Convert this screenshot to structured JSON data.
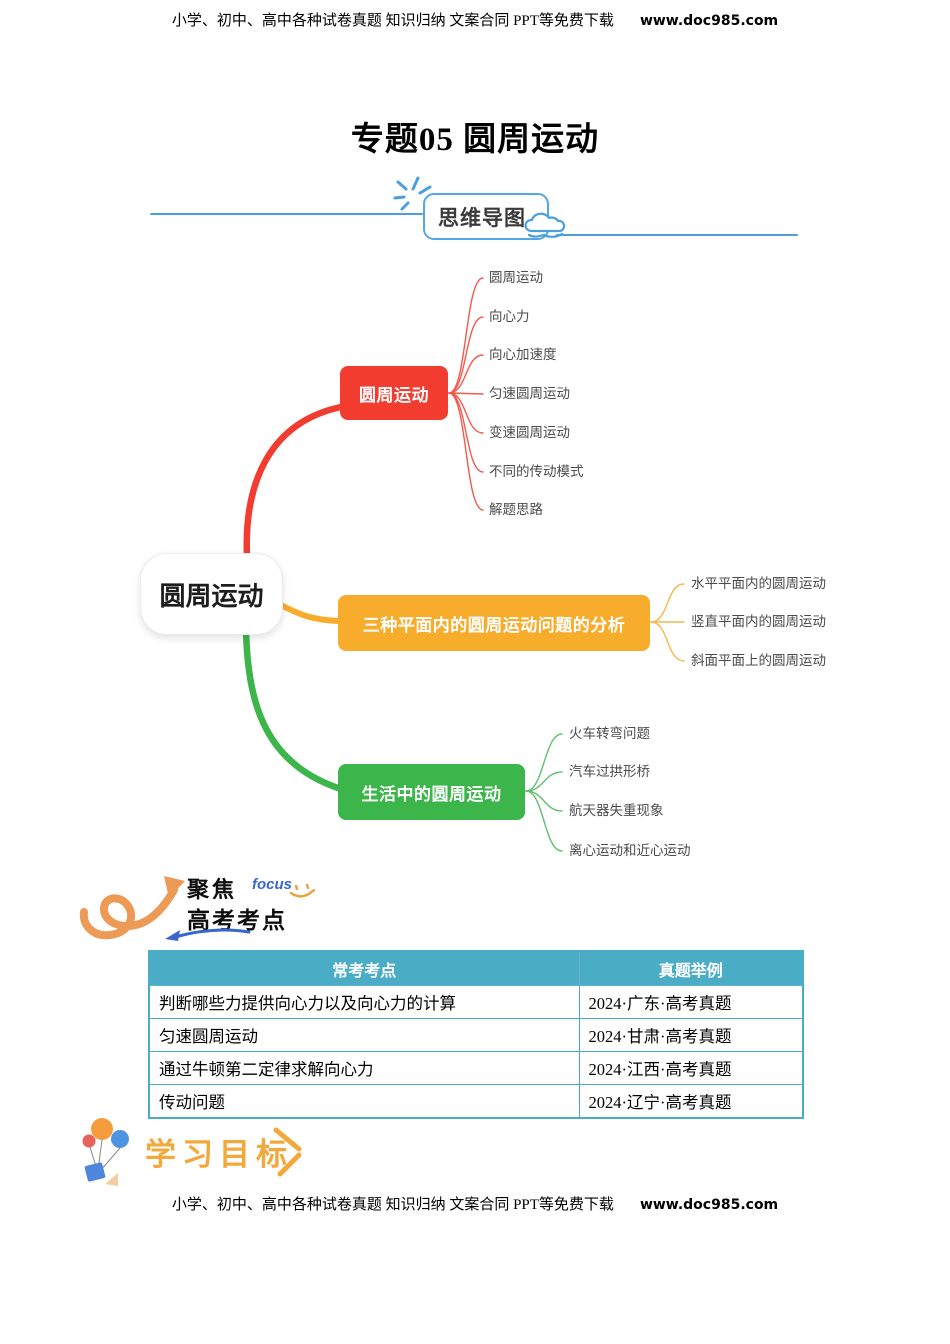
{
  "page_header": {
    "promo": "小学、初中、高中各种试卷真题 知识归纳 文案合同 PPT等免费下载",
    "site": "www.doc985.com"
  },
  "page_footer": {
    "promo": "小学、初中、高中各种试卷真题 知识归纳 文案合同 PPT等免费下载",
    "site": "www.doc985.com"
  },
  "title": "专题05 圆周运动",
  "mindmap": {
    "section_label": "思维导图",
    "accent_blue": "#4a9fdc",
    "root_label": "圆周运动",
    "branches": [
      {
        "label": "圆周运动",
        "color": "#f23c30",
        "children": [
          "圆周运动",
          "向心力",
          "向心加速度",
          "匀速圆周运动",
          "变速圆周运动",
          "不同的传动模式",
          "解题思路"
        ]
      },
      {
        "label": "三种平面内的圆周运动问题的分析",
        "color": "#f8ac2c",
        "children": [
          "水平平面内的圆周运动",
          "竖直平面内的圆周运动",
          "斜面平面上的圆周运动"
        ]
      },
      {
        "label": "生活中的圆周运动",
        "color": "#3cb54a",
        "children": [
          "火车转弯问题",
          "汽车过拱形桥",
          "航天器失重现象",
          "离心运动和近心运动"
        ]
      }
    ]
  },
  "focus_section": {
    "line_top": "聚焦",
    "tag": "focus",
    "line_bottom": "高考考点",
    "doodle_color": "#ec9a55",
    "accent_blue": "#3a66cf"
  },
  "exam_table": {
    "accent_color": "#4bacc6",
    "col_headers": [
      "常考考点",
      "真题举例"
    ],
    "rows": [
      {
        "topic": "判断哪些力提供向心力以及向心力的计算",
        "example": "2024·广东·高考真题"
      },
      {
        "topic": "匀速圆周运动",
        "example": "2024·甘肃·高考真题"
      },
      {
        "topic": "通过牛顿第二定律求解向心力",
        "example": "2024·江西·高考真题"
      },
      {
        "topic": "传动问题",
        "example": "2024·辽宁·高考真题"
      }
    ]
  },
  "goals_section": {
    "label": "学习目标",
    "accent_color": "#f3a83b"
  }
}
